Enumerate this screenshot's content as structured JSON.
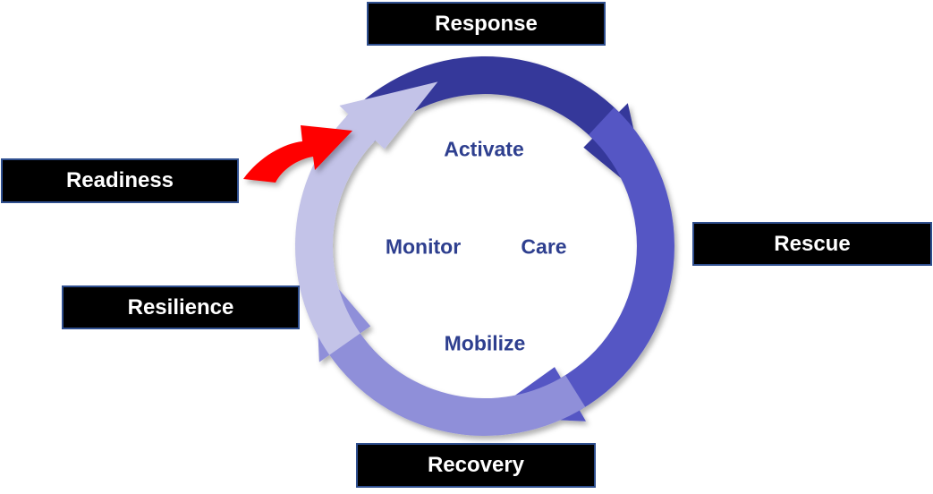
{
  "phases": {
    "response": "Response",
    "readiness": "Readiness",
    "rescue": "Rescue",
    "resilience": "Resilience",
    "recovery": "Recovery"
  },
  "cycle_steps": {
    "activate": "Activate",
    "monitor": "Monitor",
    "care": "Care",
    "mobilize": "Mobilize"
  },
  "colors": {
    "label_box_bg": "#000000",
    "label_box_text": "#ffffff",
    "label_box_border": "#2f4f8f",
    "inner_text": "#2e3f8f",
    "arrow_top": "#35389a",
    "arrow_right": "#5557c4",
    "arrow_bottom": "#8f8fd9",
    "arrow_left": "#c3c3e8",
    "entry_arrow": "#ff0000"
  },
  "icons": {
    "entry_arrow": "curved-right-arrow-icon"
  }
}
